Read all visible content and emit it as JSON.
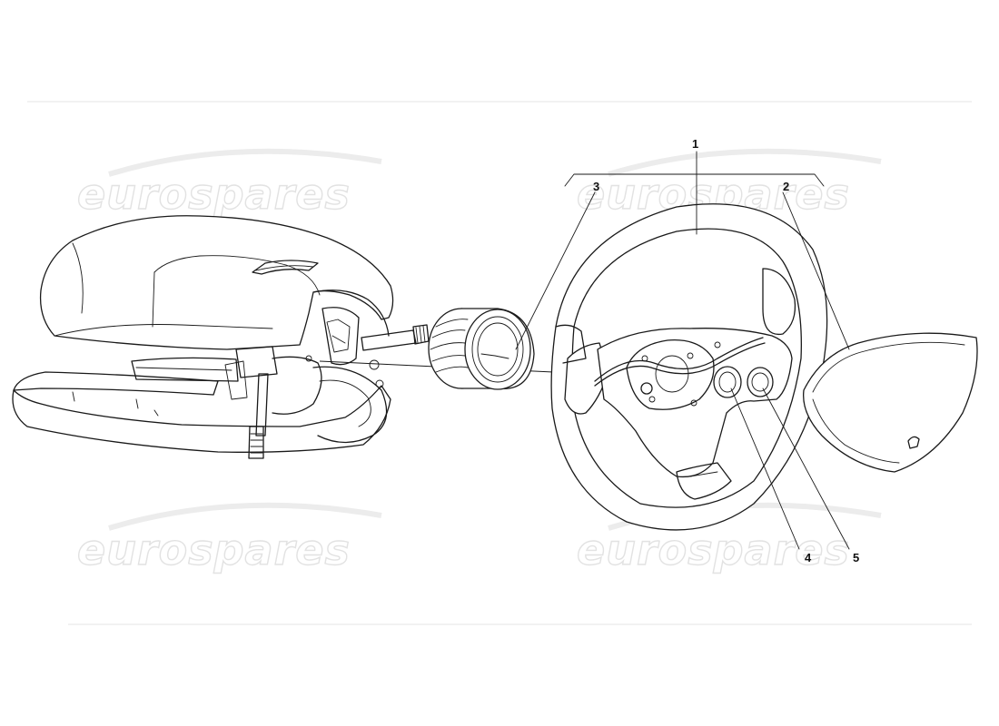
{
  "watermark": {
    "text": "eurospares"
  },
  "callouts": [
    {
      "id": "1",
      "label": "1"
    },
    {
      "id": "2",
      "label": "2"
    },
    {
      "id": "3",
      "label": "3"
    },
    {
      "id": "4",
      "label": "4"
    },
    {
      "id": "5",
      "label": "5"
    }
  ],
  "parts": [
    {
      "name": "dashboard-steering-column",
      "ref": ""
    },
    {
      "name": "steering-wheel-hub-adapter",
      "ref": "3"
    },
    {
      "name": "steering-wheel",
      "ref": "1"
    },
    {
      "name": "horn-pad-cover",
      "ref": "2"
    },
    {
      "name": "switch-button-left",
      "ref": "4"
    },
    {
      "name": "switch-button-right",
      "ref": "5"
    }
  ],
  "colors": {
    "line": "#1a1a1a",
    "watermark_outline": "#e2e2e2",
    "background": "#ffffff"
  }
}
